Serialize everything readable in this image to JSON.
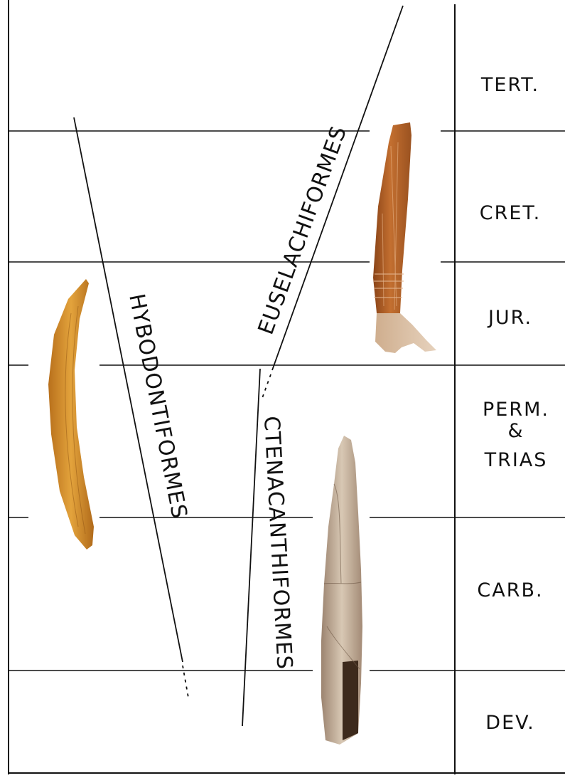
{
  "periods": [
    {
      "key": "tert",
      "label": "TERT."
    },
    {
      "key": "cret",
      "label": "CRET."
    },
    {
      "key": "jur",
      "label": "JUR."
    },
    {
      "key": "permtrias",
      "lines": [
        "PERM.",
        "&",
        "TRIAS"
      ]
    },
    {
      "key": "carb",
      "label": "CARB."
    },
    {
      "key": "dev",
      "label": "DEV."
    }
  ],
  "clades": {
    "euselachiformes": "EUSELACHIFORMES",
    "hybodontiformes": "HYBODONTIFORMES",
    "ctenacanthiformes": "CTENACANTHIFORMES"
  },
  "colors": {
    "line": "#111111",
    "euselachian_spine": "#b5652a",
    "hybodont_spine": "#d9902c",
    "ctenacanth_spine": "#c4b09a"
  }
}
